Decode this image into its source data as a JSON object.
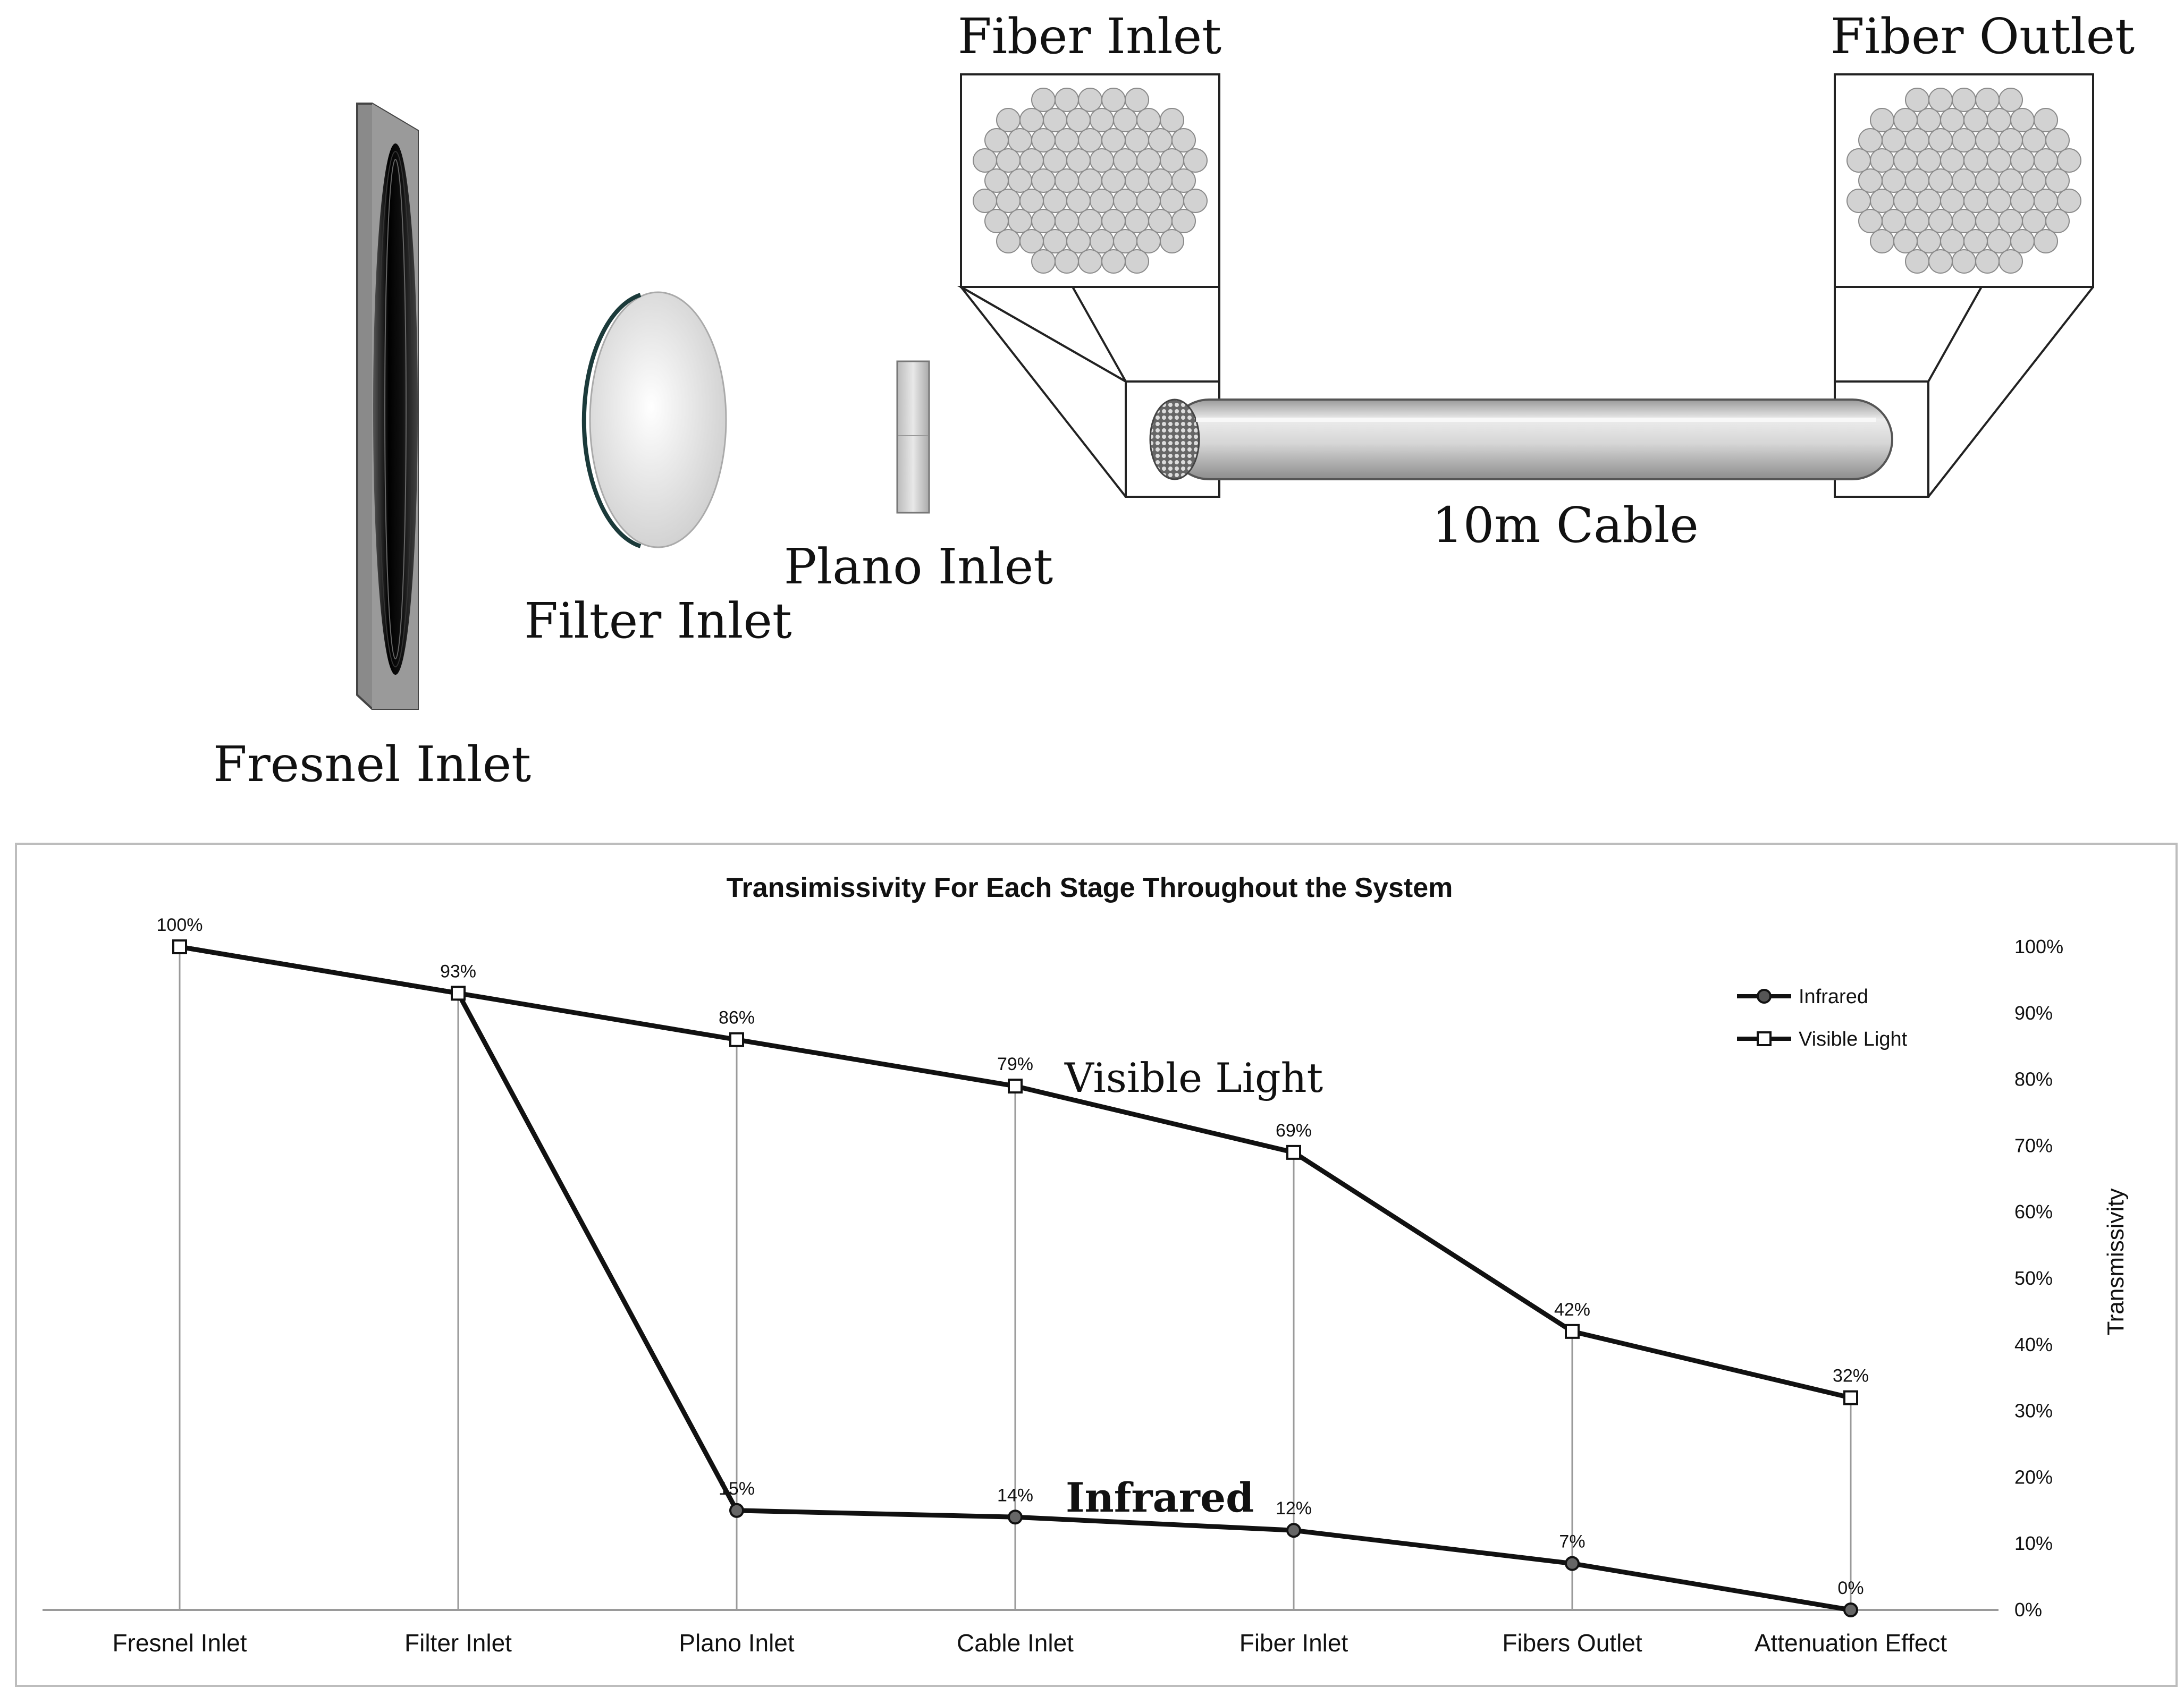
{
  "diagram": {
    "labels": {
      "fresnel_inlet": "Fresnel Inlet",
      "filter_inlet": "Filter Inlet",
      "plano_inlet": "Plano Inlet",
      "fiber_inlet": "Fiber Inlet",
      "fiber_outlet": "Fiber Outlet",
      "cable": "10m Cable"
    }
  },
  "chart_data": {
    "type": "line",
    "title": "Transimissivity For Each Stage Throughout the System",
    "ylabel": "Transmissivity",
    "ylim": [
      0,
      100
    ],
    "y_ticks": [
      "0%",
      "10%",
      "20%",
      "30%",
      "40%",
      "50%",
      "60%",
      "70%",
      "80%",
      "90%",
      "100%"
    ],
    "categories": [
      "Fresnel Inlet",
      "Filter Inlet",
      "Plano Inlet",
      "Cable Inlet",
      "Fiber Inlet",
      "Fibers Outlet",
      "Attenuation Effect"
    ],
    "series": [
      {
        "name": "Infrared",
        "marker": "circle",
        "values": [
          100,
          93,
          15,
          14,
          12,
          7,
          0
        ],
        "data_labels": [
          "",
          "",
          "15%",
          "14%",
          "12%",
          "7%",
          "0%"
        ]
      },
      {
        "name": "Visible Light",
        "marker": "square",
        "values": [
          100,
          93,
          86,
          79,
          69,
          42,
          32
        ],
        "data_labels": [
          "100%",
          "93%",
          "86%",
          "79%",
          "69%",
          "42%",
          "32%"
        ]
      }
    ],
    "annotations": {
      "visible": "Visible Light",
      "infrared": "Infrared"
    },
    "legend_position": "top-right",
    "grid": "vertical drop lines"
  },
  "colors": {
    "line": "#111111",
    "dropline": "#9a9a9a",
    "frame": "#bdbdbd",
    "fiber_fill": "#d2d2d2"
  }
}
